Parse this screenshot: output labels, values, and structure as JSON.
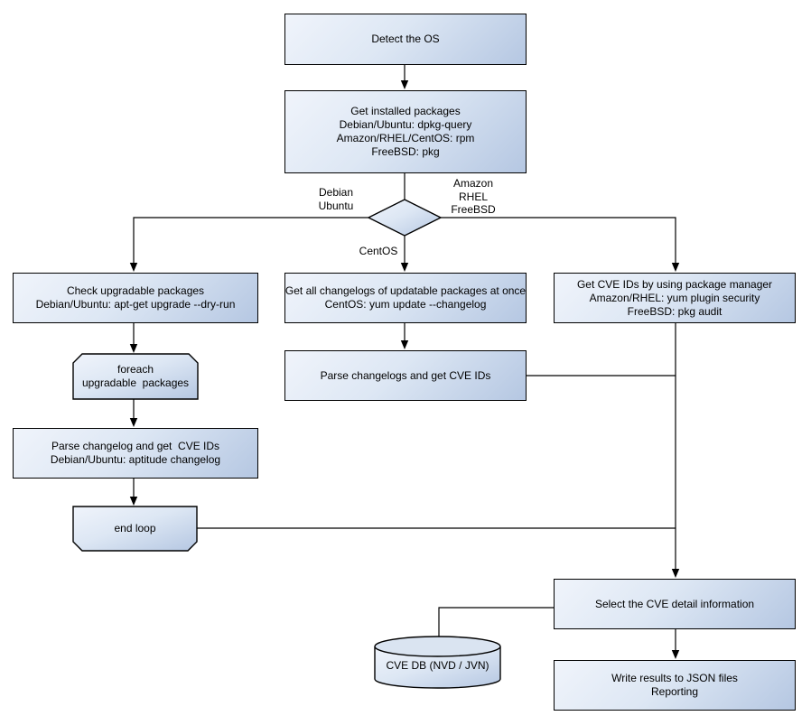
{
  "nodes": {
    "detect_os": {
      "lines": [
        "Detect the OS"
      ]
    },
    "get_installed_packages": {
      "lines": [
        "Get installed packages",
        "Debian/Ubuntu: dpkg-query",
        "Amazon/RHEL/CentOS: rpm",
        "FreeBSD: pkg"
      ]
    },
    "check_upgradable_packages": {
      "lines": [
        "Check upgradable packages",
        "Debian/Ubuntu: apt-get upgrade --dry-run"
      ]
    },
    "get_all_changelogs": {
      "lines": [
        "Get all changelogs of updatable packages at once",
        "CentOS: yum update --changelog"
      ]
    },
    "get_cve_ids_by_pkg_manager": {
      "lines": [
        "Get CVE IDs by using package manager",
        "Amazon/RHEL: yum plugin security",
        "FreeBSD: pkg audit"
      ]
    },
    "foreach_loop_start": {
      "lines": [
        "foreach",
        "upgradable  packages"
      ]
    },
    "parse_changelogs_mid": {
      "lines": [
        "Parse changelogs and get CVE IDs"
      ]
    },
    "parse_changelog_left": {
      "lines": [
        "Parse changelog and get  CVE IDs",
        "Debian/Ubuntu: aptitude changelog"
      ]
    },
    "end_loop": {
      "lines": [
        "end loop"
      ]
    },
    "select_cve_detail": {
      "lines": [
        "Select the CVE detail information"
      ]
    },
    "cve_db": {
      "lines": [
        "CVE DB (NVD / JVN)"
      ]
    },
    "write_results": {
      "lines": [
        "Write results to JSON files",
        "Reporting"
      ]
    }
  },
  "edge_labels": {
    "debian_ubuntu": {
      "lines": [
        "Debian",
        "Ubuntu"
      ]
    },
    "amazon_rhel_freebsd": {
      "lines": [
        "Amazon",
        "RHEL",
        "FreeBSD"
      ]
    },
    "centos": {
      "lines": [
        "CentOS"
      ]
    }
  },
  "colors": {
    "node_fill_light": "#f0f4fb",
    "node_fill_dark": "#b5c7e2",
    "node_border": "#000000",
    "connector": "#000000",
    "background": "#ffffff"
  }
}
